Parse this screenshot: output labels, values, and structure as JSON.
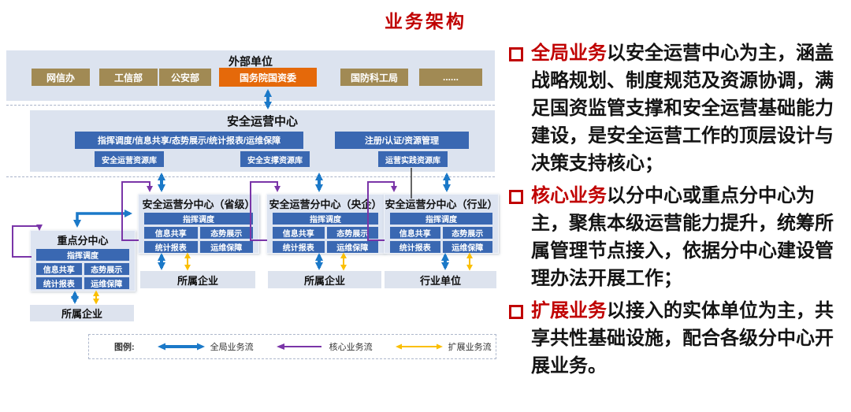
{
  "title": "业务架构",
  "diagram": {
    "external": {
      "header": "外部单位",
      "units": [
        {
          "label": "网信办"
        },
        {
          "label": "工信部"
        },
        {
          "label": "公安部"
        },
        {
          "label": "国务院国资委"
        },
        {
          "label": "国防科工局"
        },
        {
          "label": "......"
        }
      ]
    },
    "soc": {
      "header": "安全运营中心",
      "functions_bar": "指挥调度/信息共享/态势展示/统计报表/运维保障",
      "registry_bar": "注册/认证/资源管理",
      "resources": [
        "安全运营资源库",
        "安全支撑资源库",
        "运营实践资源库"
      ]
    },
    "key_center": {
      "title": "重点分中心",
      "cmd": "指挥调度",
      "cells": [
        "信息共享",
        "态势展示",
        "统计报表",
        "运维保障"
      ]
    },
    "subcenters": [
      {
        "title": "安全运营分中心（省级）",
        "cmd": "指挥调度",
        "cells": [
          "信息共享",
          "态势展示",
          "统计报表",
          "运维保障"
        ]
      },
      {
        "title": "安全运营分中心（央企）",
        "cmd": "指挥调度",
        "cells": [
          "信息共享",
          "态势展示",
          "统计报表",
          "运维保障"
        ]
      },
      {
        "title": "安全运营分中心（行业）",
        "cmd": "指挥调度",
        "cells": [
          "信息共享",
          "态势展示",
          "统计报表",
          "运维保障"
        ]
      }
    ],
    "bottom_units": [
      "所属企业",
      "所属企业",
      "行业单位"
    ],
    "key_bottom_unit": "所属企业",
    "legend": {
      "label": "图例:",
      "items": [
        {
          "label": "全局业务流",
          "color": "#1b79c8"
        },
        {
          "label": "核心业务流",
          "color": "#7a35a8"
        },
        {
          "label": "扩展业务流",
          "color": "#fbbf00"
        }
      ]
    }
  },
  "bullets": [
    {
      "lead": "全局业务",
      "text": "以安全运营中心为主，涵盖战略规划、制度规范及资源协调，满足国资监管支撑和安全运营基础能力建设，是安全运营工作的顶层设计与决策支持核心；"
    },
    {
      "lead": "核心业务",
      "text": "以分中心或重点分中心为主，聚焦本级运营能力提升，统筹所属管理节点接入，依据分中心建设管理办法开展工作；"
    },
    {
      "lead": "扩展业务",
      "text": "以接入的实体单位为主，共享共性基础设施，配合各级分中心开展业务。"
    }
  ],
  "colors": {
    "title_red": "#c00000",
    "global_flow_blue": "#1b79c8",
    "core_flow_purple": "#7a35a8",
    "extended_flow_yellow": "#fbbf00",
    "node_blue": "#3a68b2",
    "external_brown": "#a18a54",
    "highlight_orange": "#e5690a",
    "section_bg": "#dce3ef"
  }
}
